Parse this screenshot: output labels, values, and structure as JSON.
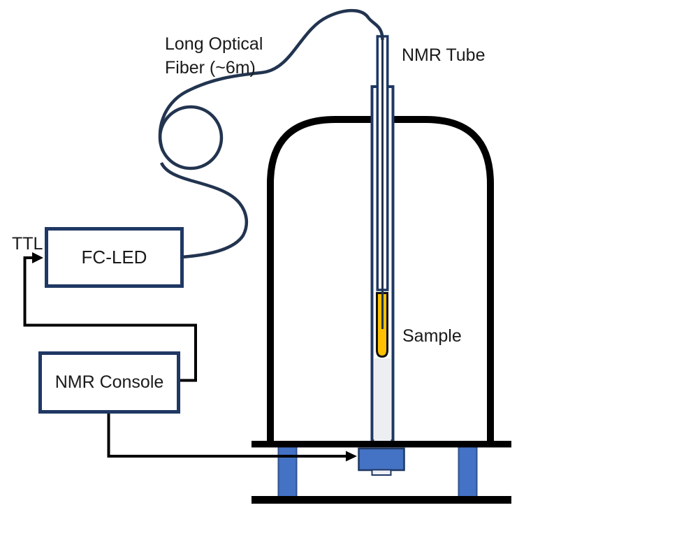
{
  "diagram": {
    "title_context": "Fiber-coupled LED photo-NMR setup schematic",
    "labels": {
      "optical_fiber": "Long Optical\nFiber (~6m)",
      "nmr_tube": "NMR Tube",
      "ttl": "TTL",
      "fc_led": "FC-LED",
      "nmr_console": "NMR Console",
      "sample": "Sample"
    },
    "colors": {
      "fiber_navy": "#22344f",
      "box_border_navy": "#1f3864",
      "support_blue": "#4472c4",
      "support_border": "#2f528f",
      "sample_orange": "#ffc000",
      "tube_gray": "#eceef1",
      "line_black": "#000000",
      "text": "#1a1a1a",
      "background": "#ffffff"
    }
  }
}
